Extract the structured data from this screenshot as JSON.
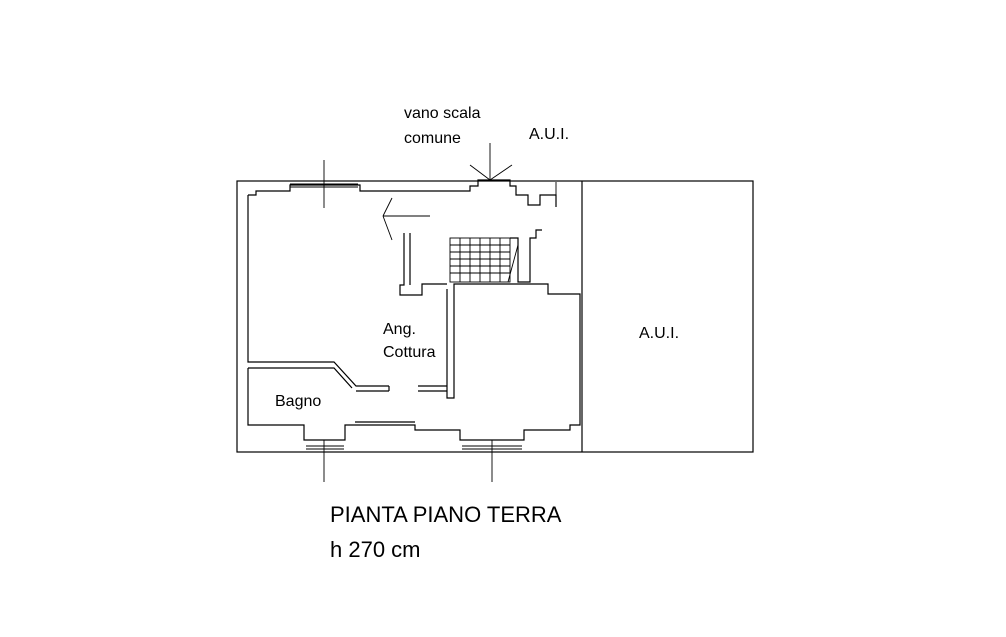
{
  "labels": {
    "stair_line1": "vano scala",
    "stair_line2": "comune",
    "aui_top": "A.U.I.",
    "aui_right": "A.U.I.",
    "kitchen_line1": "Ang.",
    "kitchen_line2": "Cottura",
    "bathroom": "Bagno"
  },
  "caption": {
    "title": "PIANTA PIANO TERRA",
    "height": "h 270 cm"
  }
}
